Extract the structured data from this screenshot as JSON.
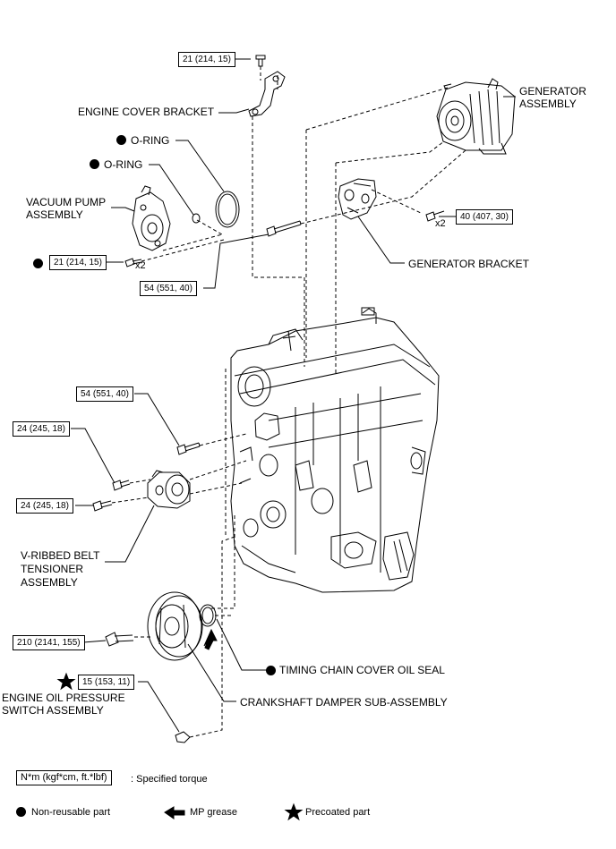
{
  "parts": {
    "engine_cover_bracket": "ENGINE COVER BRACKET",
    "o_ring_1": "O-RING",
    "o_ring_2": "O-RING",
    "vacuum_pump_1": "VACUUM PUMP",
    "vacuum_pump_2": "ASSEMBLY",
    "generator_1": "GENERATOR",
    "generator_2": "ASSEMBLY",
    "generator_bracket": "GENERATOR BRACKET",
    "belt_tensioner_1": "V-RIBBED BELT",
    "belt_tensioner_2": "TENSIONER",
    "belt_tensioner_3": "ASSEMBLY",
    "oil_seal": "TIMING CHAIN COVER OIL SEAL",
    "crank_damper": "CRANKSHAFT DAMPER SUB-ASSEMBLY",
    "oil_switch_1": "ENGINE OIL PRESSURE",
    "oil_switch_2": "SWITCH ASSEMBLY"
  },
  "torques": {
    "cover_bracket_bolt": "21 (214, 15)",
    "vacuum_pump_bolt": "21 (214, 15)",
    "generator_bolt": "40 (407, 30)",
    "long_bolt_upper": "54 (551, 40)",
    "long_bolt_lower": "54 (551, 40)",
    "tensioner_bolt_upper": "24 (245, 18)",
    "tensioner_bolt_lower": "24 (245, 18)",
    "crank_bolt": "210 (2141, 155)",
    "oil_switch": "15 (153, 11)"
  },
  "multipliers": {
    "vacuum_pump": "x2",
    "generator": "x2"
  },
  "legend": {
    "torque_unit": "N*m (kgf*cm, ft.*lbf)",
    "torque_desc": ": Specified torque",
    "non_reusable": "Non-reusable part",
    "mp_grease": "MP grease",
    "precoated": "Precoated part"
  }
}
